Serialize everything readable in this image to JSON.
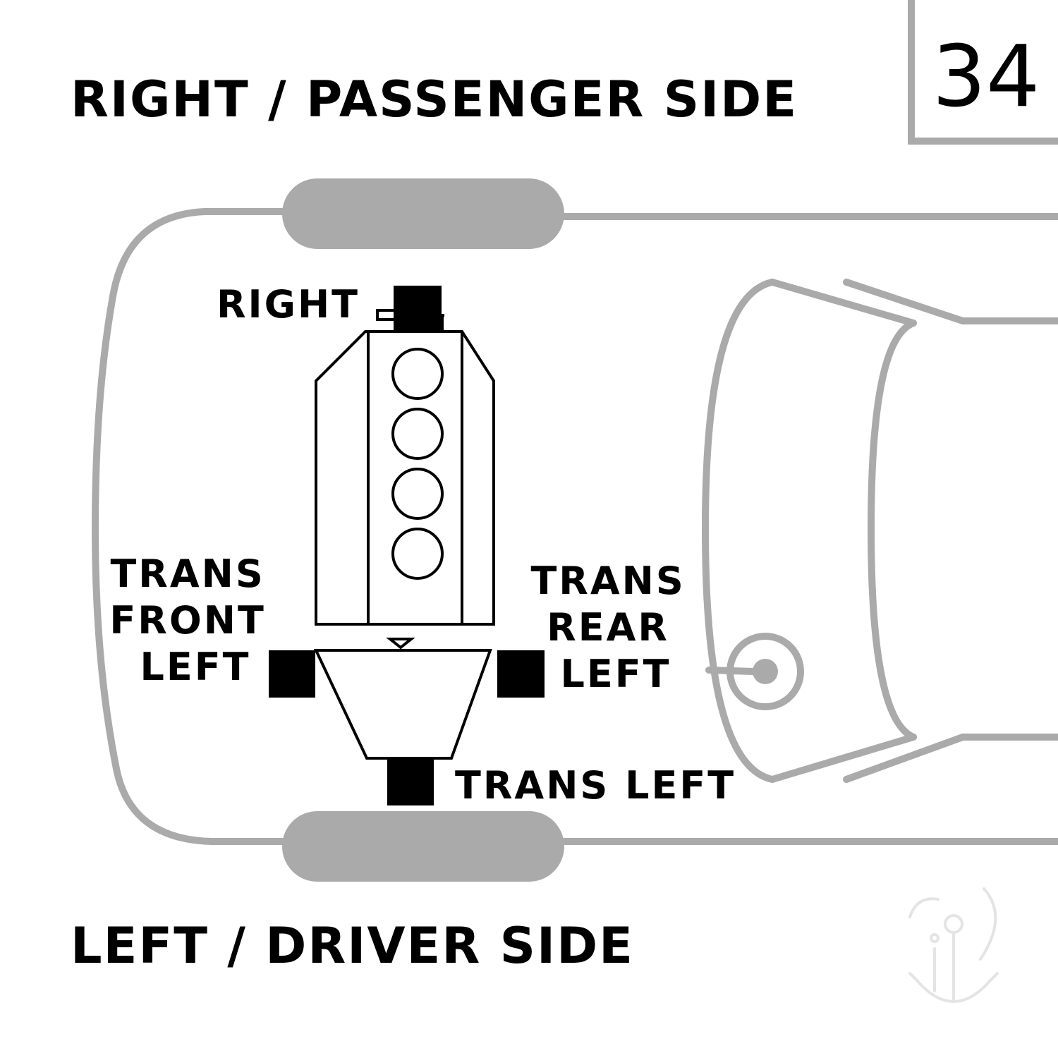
{
  "labels": {
    "top_side": "RIGHT / PASSENGER SIDE",
    "bottom_side": "LEFT / DRIVER SIDE",
    "diagram_number": "34"
  },
  "mounts": {
    "right": "RIGHT",
    "trans_front_left": [
      "TRANS",
      "FRONT",
      "LEFT"
    ],
    "trans_rear_left": [
      "TRANS",
      "REAR",
      "LEFT"
    ],
    "trans_left": "TRANS LEFT"
  },
  "colors": {
    "outline": "#aaaaaa",
    "tire": "#aaaaaa",
    "mount_block": "#000000",
    "engine_stroke": "#000000",
    "background": "#ffffff"
  },
  "icons": {
    "watermark": "anchor-logo-icon"
  }
}
